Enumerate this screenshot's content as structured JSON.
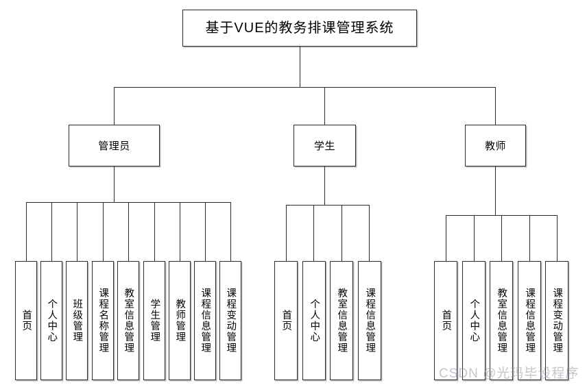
{
  "diagram": {
    "type": "org-chart",
    "title": "基于VUE的教务排课管理系统",
    "root": {
      "label": "基于VUE的教务排课管理系统"
    },
    "roles": [
      {
        "id": "admin",
        "label": "管理员",
        "children": [
          {
            "label": "首页"
          },
          {
            "label": "个人中心"
          },
          {
            "label": "班级管理"
          },
          {
            "label": "课程名称管理"
          },
          {
            "label": "教室信息管理"
          },
          {
            "label": "学生管理"
          },
          {
            "label": "教师管理"
          },
          {
            "label": "课程信息管理"
          },
          {
            "label": "课程变动管理"
          }
        ]
      },
      {
        "id": "student",
        "label": "学生",
        "children": [
          {
            "label": "首页"
          },
          {
            "label": "个人中心"
          },
          {
            "label": "教室信息管理"
          },
          {
            "label": "课程信息管理"
          }
        ]
      },
      {
        "id": "teacher",
        "label": "教师",
        "children": [
          {
            "label": "首页"
          },
          {
            "label": "个人中心"
          },
          {
            "label": "教室信息管理"
          },
          {
            "label": "课程信息管理"
          },
          {
            "label": "课程变动管理"
          }
        ]
      }
    ]
  },
  "watermark": {
    "text": "CSDN @光玛毕设程序"
  },
  "colors": {
    "border": "#2b2b2b",
    "background": "#ffffff",
    "shadow": "#b9b9c4",
    "watermark": "#96969f"
  }
}
